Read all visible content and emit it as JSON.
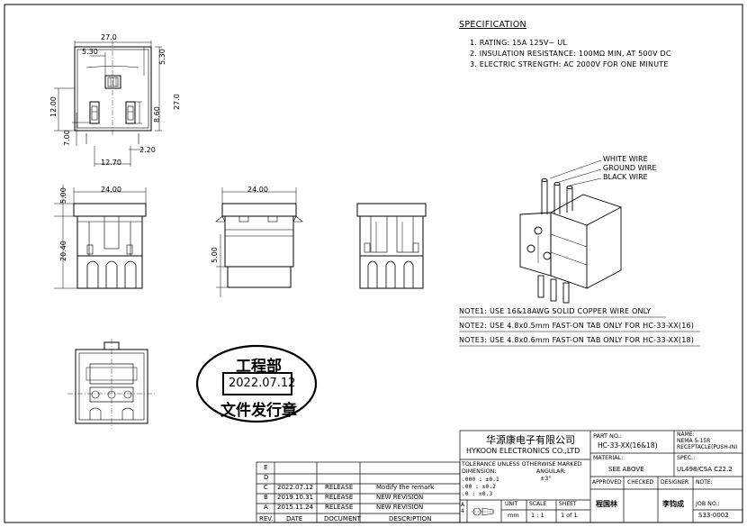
{
  "spec": {
    "title": "SPECIFICATION",
    "items": [
      "1. RATING: 15A 125V~ UL",
      "2. INSULATION RESISTANCE: 100MΩ MIN, AT 500V DC",
      "3. ELECTRIC STRENGTH: AC 2000V FOR ONE MINUTE"
    ]
  },
  "wires": {
    "white": "WHITE WIRE",
    "ground": "GROUND WIRE",
    "black": "BLACK WIRE"
  },
  "notes": [
    "NOTE1: USE 16&18AWG SOLID COPPER WIRE ONLY",
    "NOTE2: USE 4.8x0.5mm FAST-ON TAB ONLY FOR HC-33-XX(16)",
    "NOTE3: USE 4.8x0.6mm FAST-ON TAB ONLY FOR HC-33-XX(18)"
  ],
  "dims": {
    "top_width": "27.0",
    "top_530_a": "5.30",
    "top_530_b": "5.30",
    "top_height": "27.0",
    "d12": "12.00",
    "d860": "8.60",
    "d700": "7.00",
    "d220": "2.20",
    "d1270": "12.70",
    "front_w": "24.00",
    "front_500": "5.00",
    "front_2040": "20.40",
    "side_w": "24.00",
    "side_500": "5.00"
  },
  "stamp": {
    "dept": "工程部",
    "date": "2022.07.12",
    "label": "文件发行章"
  },
  "title_block": {
    "company_cn": "华源康电子有限公司",
    "company_en": "HYKOON ELECTRONICS CO.,LTD",
    "part_no_label": "PART NO.:",
    "part_no": "HC-33-XX(16&18)",
    "name_label": "NAME:",
    "name_l1": "NEMA 5-15R",
    "name_l2": "RECEPTACLE(PUSH-IN)",
    "tolerance": "TOLERANCE UNLESS OTHERWISE MARKED",
    "dimension": "DIMENSION:",
    "angular": "ANGULAR:",
    "angular_val": "±3°",
    "tol_rows": [
      ".000 : ±0.1",
      ".00  : ±0.2",
      ".0   : ±0.3"
    ],
    "material_label": "MATERIAL:",
    "material": "SEE ABOVE",
    "spec_label": "SPEC.:",
    "spec": "UL498/CSA C22.2",
    "approved": "APPROVED",
    "checked": "CHECKED",
    "designer": "DESIGNER",
    "note_label": "NOTE:",
    "approved_by": "程国林",
    "designer_by": "李钧成",
    "unit_label": "UNIT",
    "unit": "mm",
    "scale_label": "SCALE",
    "scale": "1 : 1",
    "sheet_label": "SHEET",
    "sheet": "1 of 1",
    "job_label": "JOB NO.:",
    "job": "S33-0002",
    "size": "A4"
  },
  "revisions": {
    "rows": [
      {
        "rev": "E",
        "date": "",
        "doc": "",
        "desc": ""
      },
      {
        "rev": "D",
        "date": "",
        "doc": "",
        "desc": ""
      },
      {
        "rev": "C",
        "date": "2022.07.12",
        "doc": "RELEASE",
        "desc": "Modify the remark"
      },
      {
        "rev": "B",
        "date": "2019.10.31",
        "doc": "RELEASE",
        "desc": "NEW REVISION"
      },
      {
        "rev": "A",
        "date": "2015.11.24",
        "doc": "RELEASE",
        "desc": "NEW REVISION"
      }
    ],
    "headers": {
      "rev": "REV.",
      "date": "DATE",
      "doc": "DOCUMENT",
      "desc": "DESCRIPTION"
    }
  }
}
